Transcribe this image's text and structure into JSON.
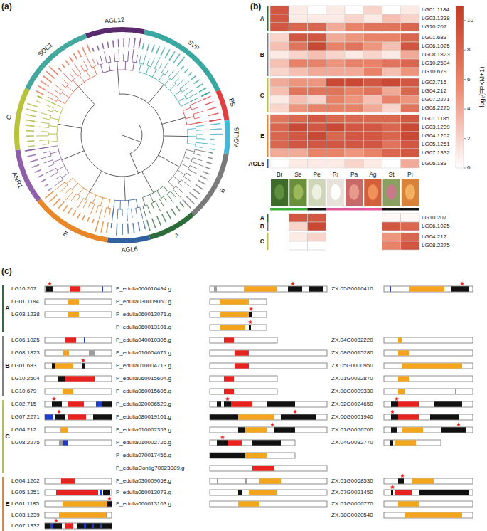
{
  "diagram": {
    "labels": [
      "(a)",
      "AGL12",
      "SVP",
      "BS",
      "AGL15",
      "B",
      "A",
      "AGL6",
      "E",
      "ANR1",
      "C",
      "SOC1",
      "(b)",
      "A",
      "B",
      "C",
      "E",
      "AGL6",
      "LG01.1184",
      "LG03.1238",
      "LG10.207",
      "LG01.683",
      "LG06.1025",
      "LG08.1823",
      "LG10.2504",
      "LG10.679",
      "LG02.715",
      "LG04.212",
      "LG07.2271",
      "LG08.2275",
      "LG01.1185",
      "LG03.1239",
      "LG04.1202",
      "LG05.1251",
      "LG07.1332",
      "LG06.183",
      "10",
      "8",
      "6",
      "4",
      "2",
      "0",
      "log₂(FPKM+1)",
      "Br",
      "Se",
      "Pe",
      "Ri",
      "Pa",
      "Ag",
      "St",
      "Pi",
      "A",
      "B",
      "C",
      "LG10.207",
      "LG06.1025",
      "LG04.212",
      "LG08.2275",
      "(c)",
      "A",
      "B",
      "C",
      "E",
      "LG10.207",
      "LG01.1184",
      "LG03.1238",
      "LG06.1025",
      "LG08.1823",
      "LG01.683",
      "LG10.2504",
      "LG10.679",
      "LG02.715",
      "LG07.2271",
      "LG04.212",
      "LG08.2275",
      "LG04.1202",
      "LG05.1251",
      "LG01.1185",
      "LG03.1239",
      "LG07.1332",
      "P_edulia060016494.g",
      "P_edulia030009060.g",
      "P_edulia060013071.g",
      "P_edulia060013101.g",
      "P_edulia040010305.g",
      "P_edulia010004671.g",
      "P_edulia010004713.g",
      "P_edulia060015604.g",
      "P_edulia060015605.g",
      "P_edulia020006529.g",
      "P_edulia080019101.g",
      "P_edulia010002353.g",
      "P_edulia010002726.g",
      "P_edulia070017456.g",
      "P_eduliaContig70023089.g",
      "P_edulia030009058.g",
      "P_edulia060013073.g",
      "P_edulia060013103.g",
      "ZX.05G0016410",
      "ZX.04G0032220",
      "ZX.08G0015280",
      "ZX.05G0000950",
      "ZX.01G0022870",
      "ZX.08G0009330",
      "ZX.02G0024650",
      "ZX.06G0001940",
      "ZX.01G0056700",
      "ZX.04G0032770",
      "ZX.01G0068530",
      "ZX.07G0021450",
      "ZX.01G0006770",
      "ZX.08G0020540"
    ]
  }
}
